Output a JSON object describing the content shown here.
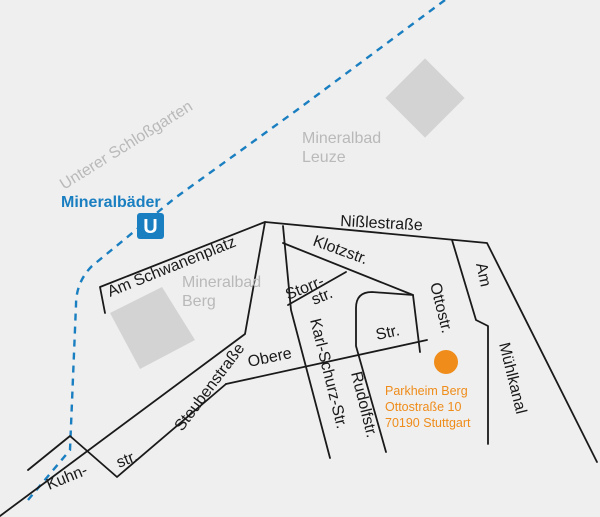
{
  "colors": {
    "background": "#efefef",
    "street": "#1a1a1a",
    "ubahn_line": "#1a7fc1",
    "landmark_block": "#d3d3d3",
    "landmark_text": "#b9b9b9",
    "parking": "#ef8c1a"
  },
  "icons": {
    "station": "u-bahn-icon",
    "parking": "parking-location-marker-icon"
  },
  "station": {
    "name": "Mineralbäder",
    "symbol": "U"
  },
  "park": "Unterer Schloßgarten",
  "landmarks": {
    "leuze": {
      "line1": "Mineralbad",
      "line2": "Leuze"
    },
    "berg": {
      "line1": "Mineralbad",
      "line2": "Berg"
    }
  },
  "streets": {
    "am_schwanenplatz": "Am Schwanenplatz",
    "nisslestrasse": "Nißlestraße",
    "klotzstr": "Klotzstr.",
    "storr1": "Storr-",
    "storr2": "str.",
    "karl_schurz": "Karl-Schurz-Str.",
    "ottostr": "Ottostr.",
    "rudolfstr": "Rudolfstr.",
    "obere": "Obere",
    "str": "Str.",
    "steubenstrasse": "Steubenstraße",
    "kuhn1": "Kuhn-",
    "kuhn2": "str.",
    "am": "Am",
    "muehlkanal": "Mühlkanal"
  },
  "parking": {
    "name": "Parkheim Berg",
    "street": "Ottostraße 10",
    "city": "70190 Stuttgart"
  }
}
